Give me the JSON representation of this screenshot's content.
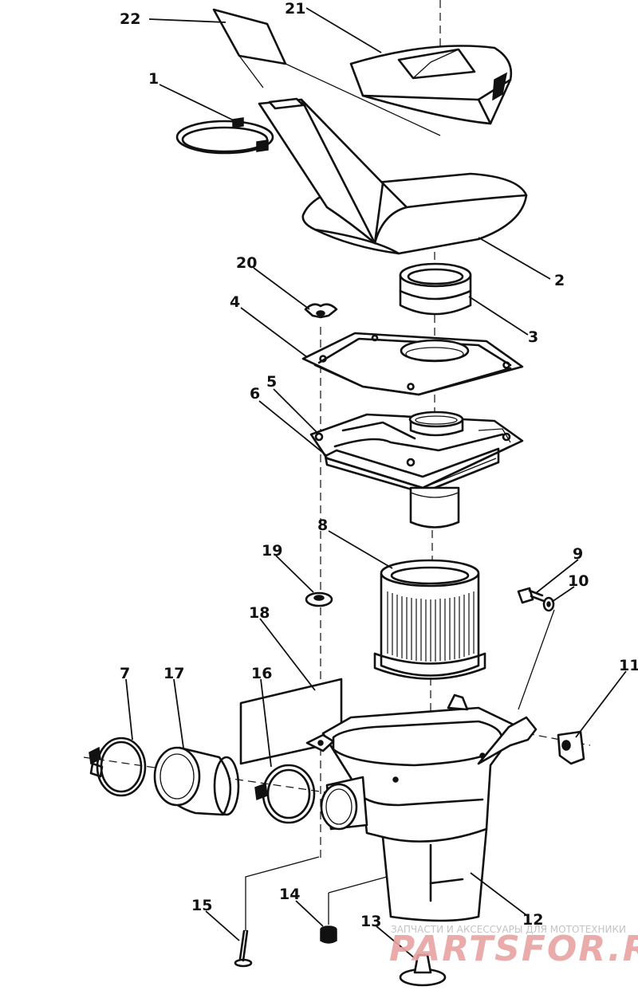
{
  "callouts": {
    "p1": "1",
    "p2": "2",
    "p3": "3",
    "p4": "4",
    "p5": "5",
    "p6": "6",
    "p7": "7",
    "p8": "8",
    "p9": "9",
    "p10": "10",
    "p11": "11",
    "p12": "12",
    "p13": "13",
    "p14": "14",
    "p15": "15",
    "p16": "16",
    "p17": "17",
    "p18": "18",
    "p19": "19",
    "p20": "20",
    "p21": "21",
    "p22": "22"
  },
  "watermark": {
    "caption": "ЗАПЧАСТИ И АКСЕССУАРЫ ДЛЯ МОТОТЕХНИКИ",
    "logo": "PARTSFOR.RU"
  }
}
